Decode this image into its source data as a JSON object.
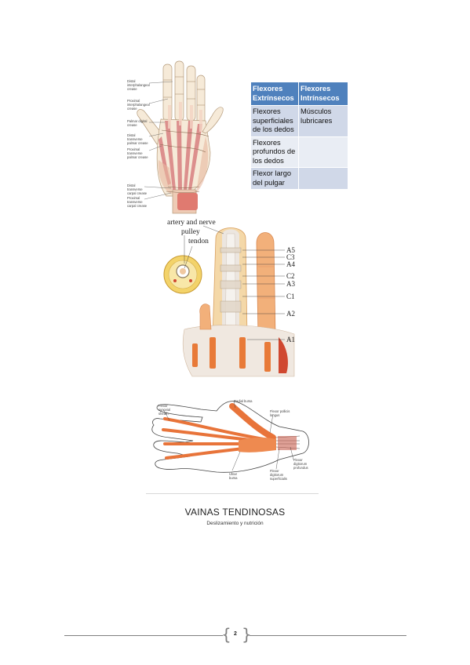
{
  "figure1": {
    "labels": [
      "Distal interphalangeal crease",
      "Proximal interphalangeal crease",
      "Palmar digital crease",
      "Distal transverse palmar crease",
      "Proximal transverse palmar crease",
      "Distal transverse carpal crease",
      "Proximal transverse carpal crease"
    ]
  },
  "table": {
    "headers": [
      "Flexores Extrínsecos",
      "Flexores Intrínsecos"
    ],
    "rows": [
      [
        "Flexores superficiales de los dedos",
        "Músculos lubricares"
      ],
      [
        "Flexores profundos de los dedos",
        ""
      ],
      [
        "Flexor largo del pulgar",
        ""
      ]
    ]
  },
  "figure2": {
    "inset_labels": [
      "artery and nerve",
      "pulley",
      "tendon"
    ],
    "pulley_labels": [
      "A5",
      "C3",
      "A4",
      "C2",
      "A3",
      "C1",
      "A2",
      "A1"
    ]
  },
  "figure3": {
    "labels": [
      "Flexor synovial sheath",
      "Radial bursa",
      "Flexor pollicis longus",
      "Ulnar bursa",
      "Flexor digitorum superficialis",
      "Flexor digitorum profundus"
    ]
  },
  "caption": {
    "title": "VAINAS TENDINOSAS",
    "subtitle": "Deslizamiento y nutrición"
  },
  "footer": {
    "page_number": "2"
  },
  "colors": {
    "table_header": "#4f81bd",
    "tendon": "#e8743a",
    "muscle": "#c85050"
  }
}
